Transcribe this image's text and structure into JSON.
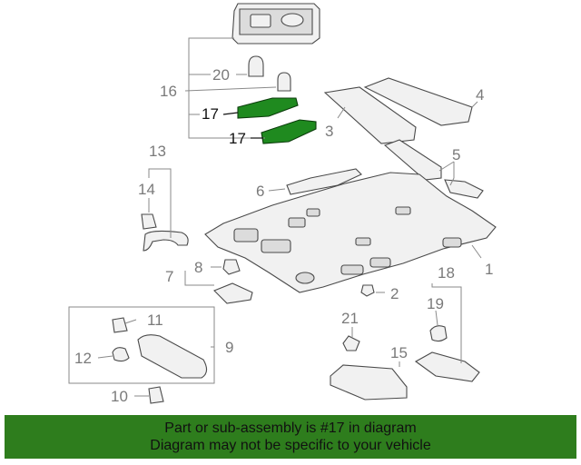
{
  "callouts": {
    "n1": "1",
    "n2": "2",
    "n3": "3",
    "n4": "4",
    "n5": "5",
    "n6": "6",
    "n7": "7",
    "n8": "8",
    "n9": "9",
    "n10": "10",
    "n11": "11",
    "n12": "12",
    "n13": "13",
    "n14": "14",
    "n15": "15",
    "n16": "16",
    "n17a": "17",
    "n17b": "17",
    "n18": "18",
    "n19": "19",
    "n20": "20",
    "n21": "21"
  },
  "highlight_part": "17",
  "colors": {
    "highlight": "#1f8a1f",
    "banner": "#2e7d1d"
  },
  "banner": {
    "line1": "Part or sub-assembly is #17 in diagram",
    "line2": "Diagram may not be specific to your vehicle"
  }
}
